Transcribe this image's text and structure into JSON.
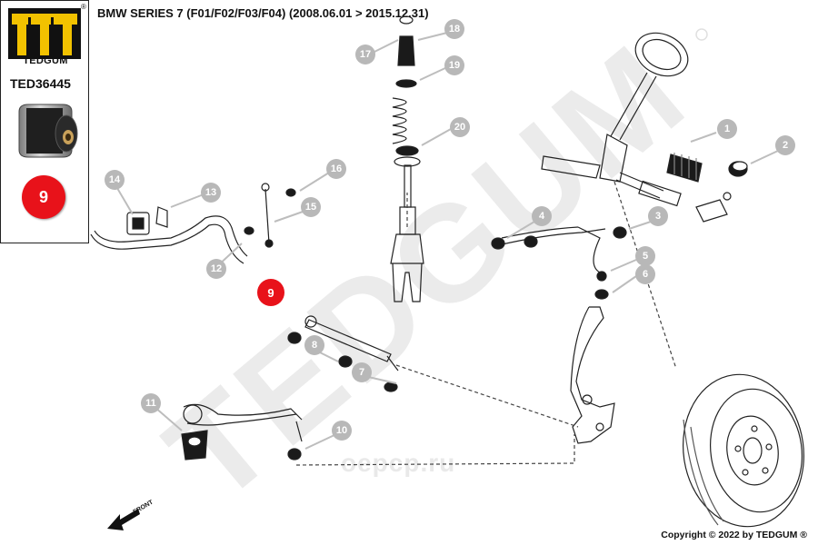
{
  "header": {
    "title": "BMW SERIES 7 (F01/F02/F03/F04)  (2008.06.01 > 2015.12.31)"
  },
  "panel": {
    "brand": "TEDGUM",
    "registered_mark": "®",
    "part_number": "TED36445",
    "position_badge": "9"
  },
  "diagram": {
    "highlight_number": "9",
    "callouts": [
      "1",
      "2",
      "3",
      "4",
      "5",
      "6",
      "7",
      "8",
      "10",
      "11",
      "12",
      "13",
      "14",
      "15",
      "16",
      "17",
      "18",
      "19",
      "20"
    ],
    "front_label": "FRONT",
    "watermark": "TEDGUM",
    "site_watermark": "oepcp.ru"
  },
  "footer": {
    "copyright": "Copyright © 2022 by TEDGUM ®"
  },
  "colors": {
    "accent_red": "#e8121a",
    "callout_grey": "#b8b8b8",
    "line_dark": "#222222",
    "watermark_grey": "#ebebeb"
  }
}
